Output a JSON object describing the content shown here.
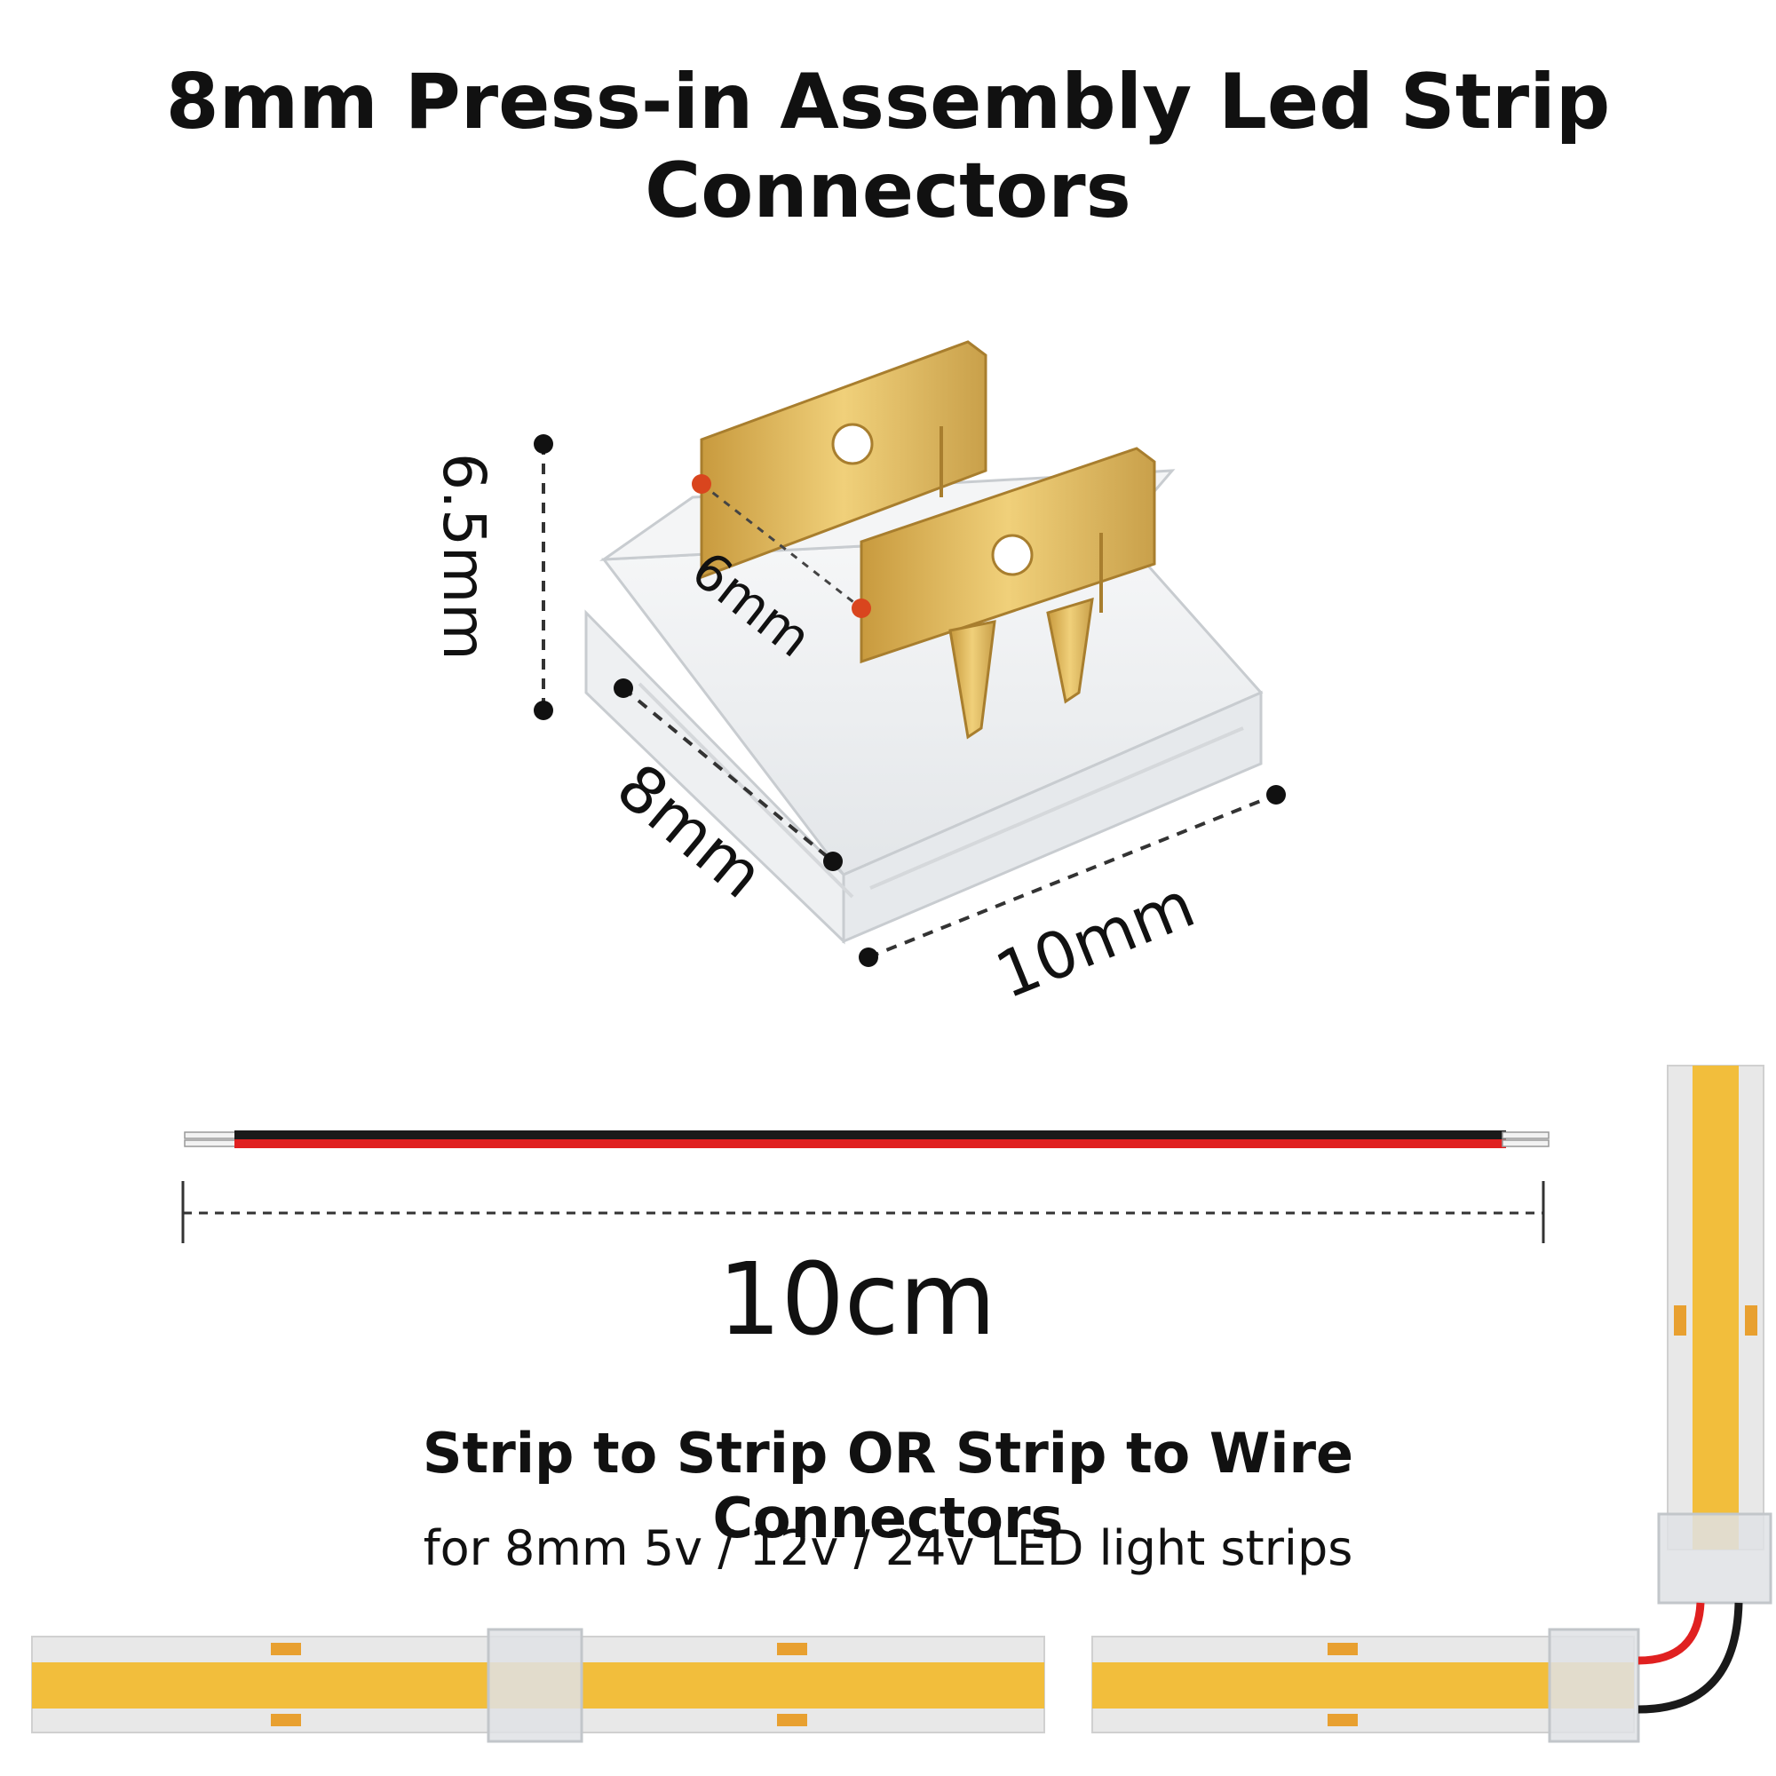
{
  "title": "8mm Press-in Assembly Led Strip Connectors",
  "dimensions": {
    "height": "6.5mm",
    "pin_gap": "6mm",
    "depth": "8mm",
    "width": "10mm",
    "wire_length": "10cm"
  },
  "captions": {
    "headline": "Strip to Strip OR Strip to Wire Connectors",
    "subline": "for 8mm 5v / 12v / 24v LED light strips"
  },
  "colors": {
    "strip_yellow": "#f2be3c",
    "strip_edge": "#e8e8e8",
    "pad_orange": "#e8a030",
    "wire_red": "#e02020",
    "wire_black": "#1a1a1a",
    "brass": "#d9b05a"
  }
}
